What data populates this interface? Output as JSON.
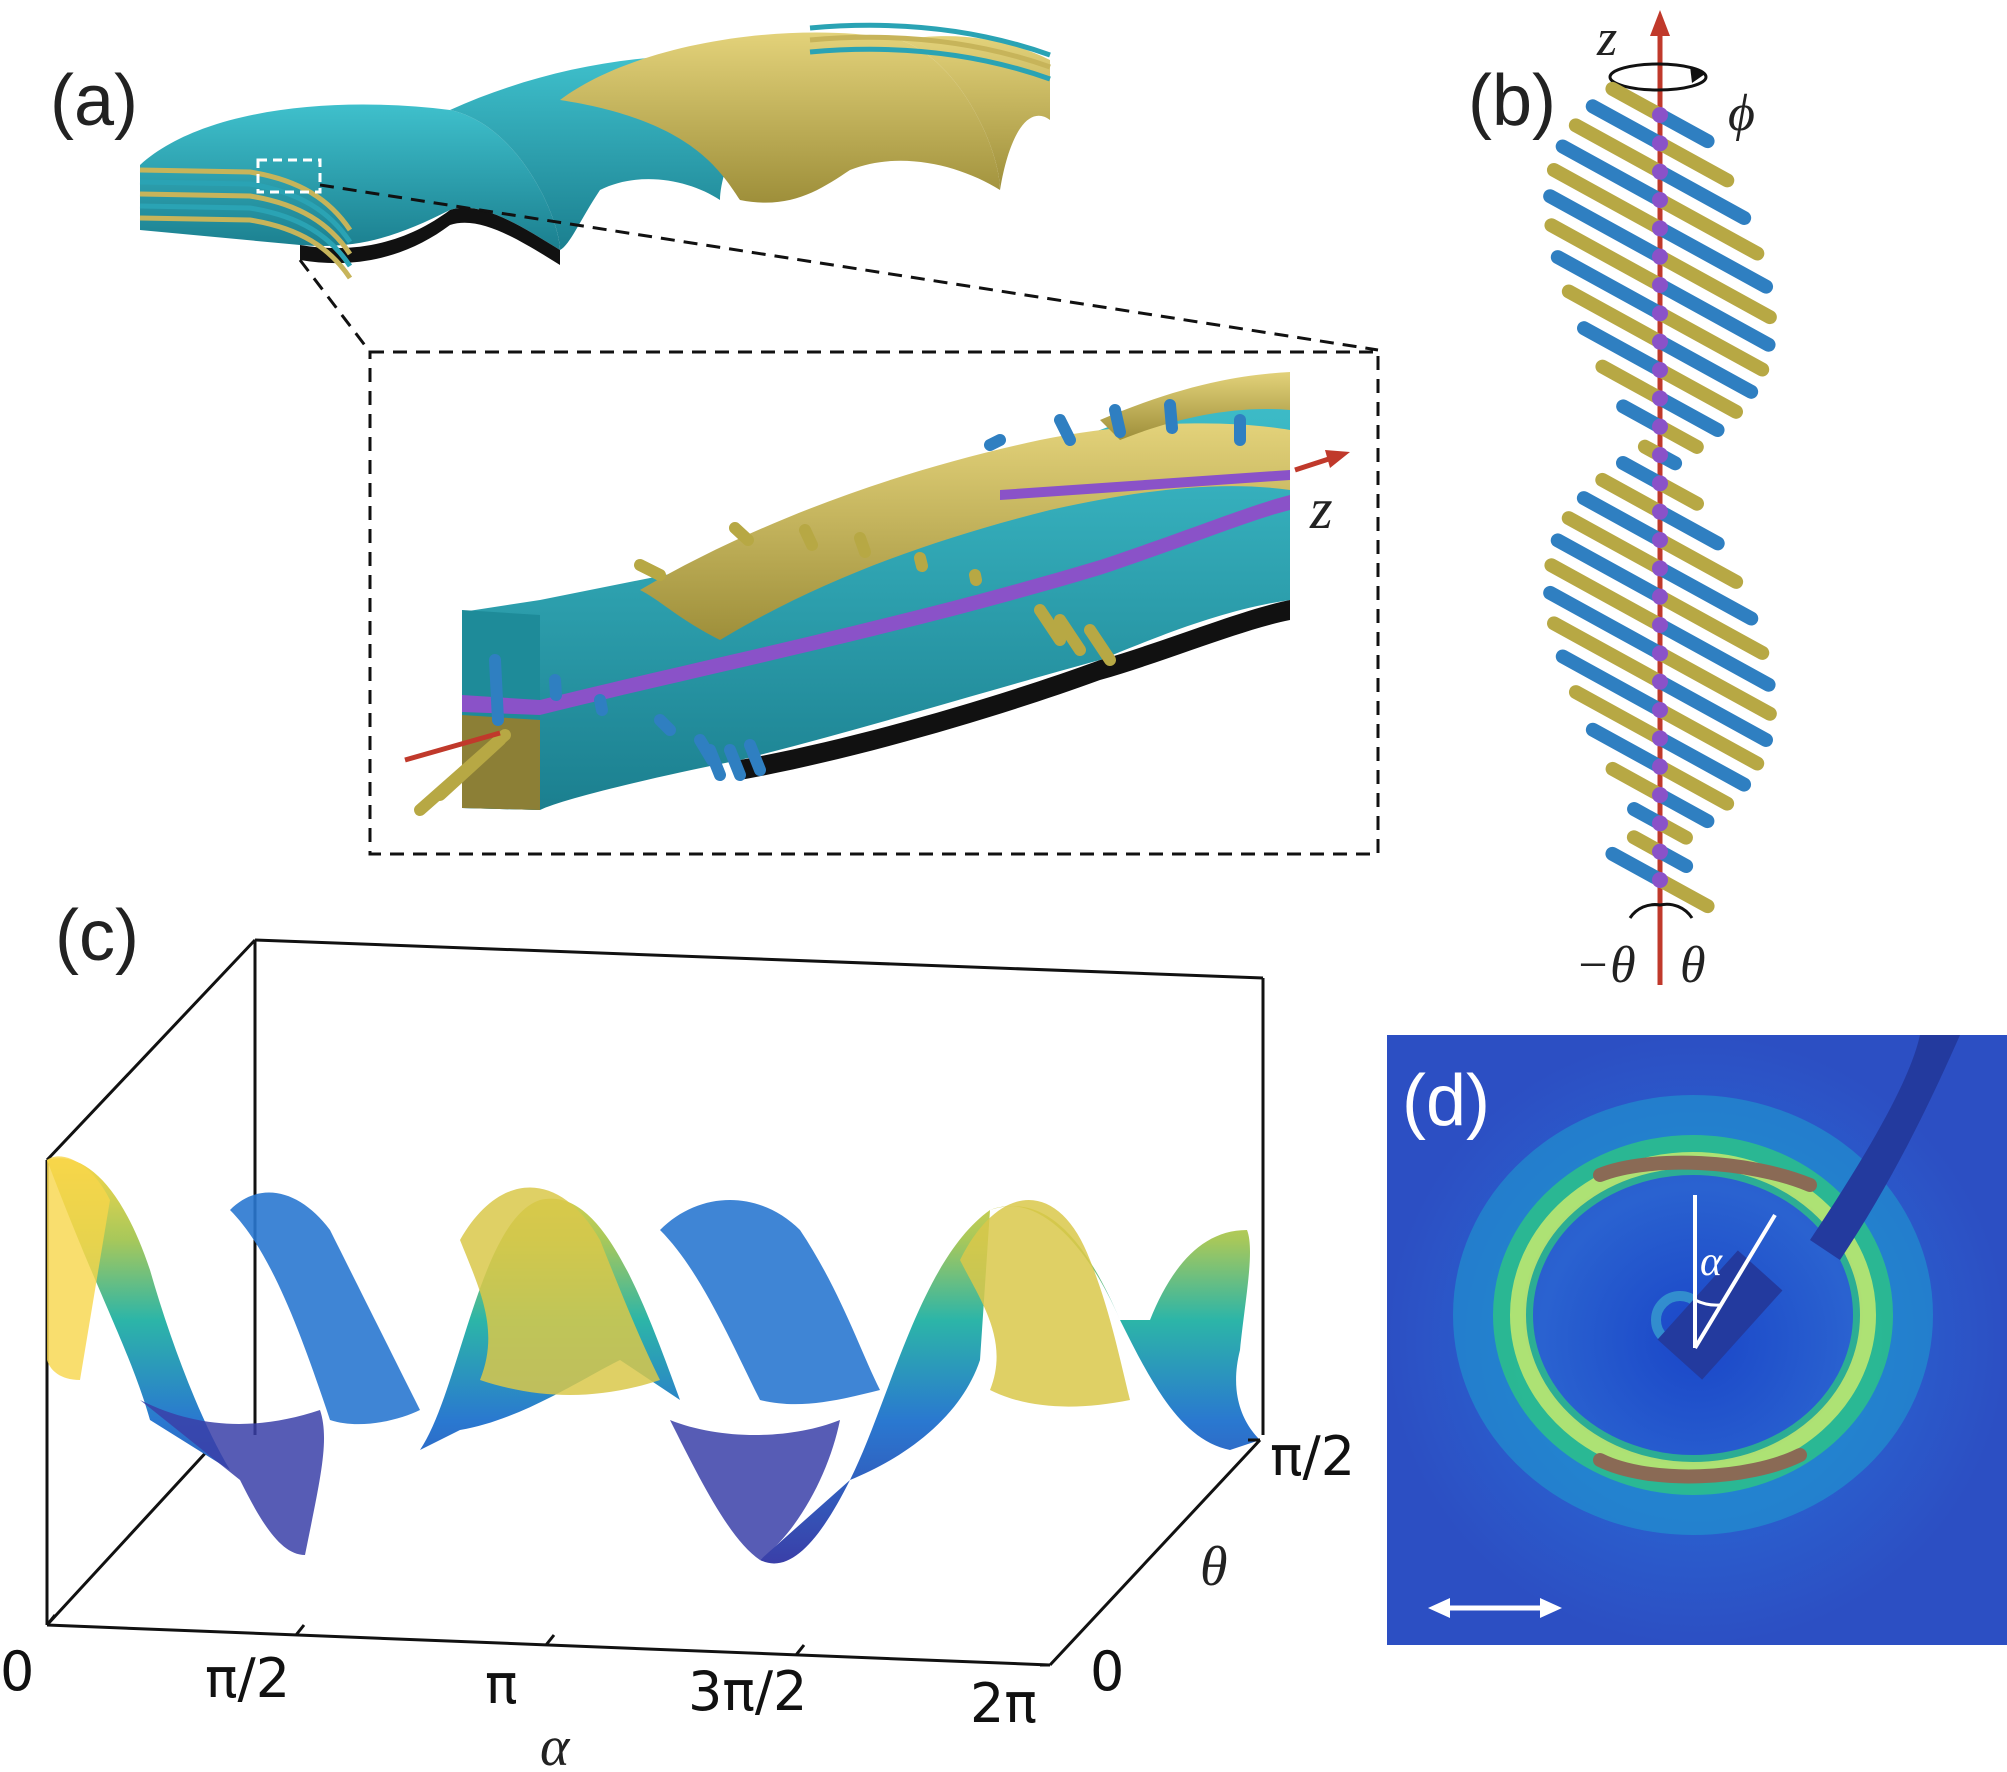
{
  "panels": {
    "a": {
      "label": "(a)",
      "axis_label": "z"
    },
    "b": {
      "label": "(b)",
      "axis_label": "z",
      "phi": "ϕ",
      "neg_theta": "−θ",
      "theta": "θ"
    },
    "c": {
      "label": "(c)",
      "x_ticks": [
        "0",
        "π/2",
        "π",
        "3π/2",
        "2π"
      ],
      "x_axis_label": "α",
      "y_ticks": [
        "0",
        "π/2"
      ],
      "y_axis_label": "θ"
    },
    "d": {
      "label": "(d)",
      "angle_label": "α"
    }
  },
  "colors": {
    "teal": "#2aa3b4",
    "gold": "#c7b45a",
    "purple": "#8a52c8",
    "red_axis": "#c0392b",
    "rod_blue": "#2f7fc1",
    "rod_gold": "#b7a844",
    "surface_low": "#3a3fa8",
    "surface_high": "#f7d64a",
    "diffraction_bg": "#2c4fc3"
  },
  "icons": [
    "double-arrow-icon",
    "rotation-arrow-icon"
  ]
}
